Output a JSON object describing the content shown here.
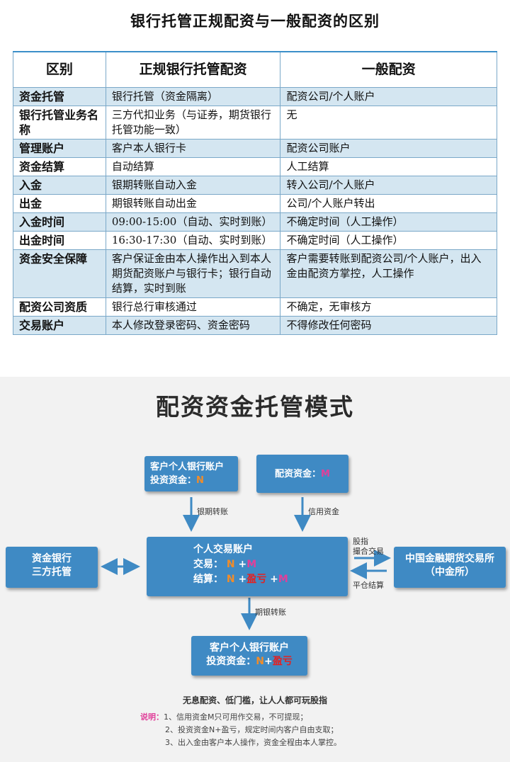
{
  "top": {
    "title": "银行托管正规配资与一般配资的区别",
    "headers": [
      "区别",
      "正规银行托管配资",
      "一般配资"
    ],
    "rows": [
      {
        "c0": "资金托管",
        "c1": "银行托管（资金隔离）",
        "c2": "配资公司/个人账户"
      },
      {
        "c0": "银行托管业务名称",
        "c1": "三方代扣业务（与证券，期货银行托管功能一致）",
        "c2": "无"
      },
      {
        "c0": "管理账户",
        "c1": "客户本人银行卡",
        "c2": "配资公司账户"
      },
      {
        "c0": "资金结算",
        "c1": "自动结算",
        "c2": "人工结算"
      },
      {
        "c0": "入金",
        "c1": "银期转账自动入金",
        "c2": "转入公司/个人账户"
      },
      {
        "c0": "出金",
        "c1": "期银转账自动出金",
        "c2": "公司/个人账户转出"
      },
      {
        "c0": "入金时间",
        "c1": "09:00-15:00（自动、实时到账）",
        "c2": "不确定时间（人工操作）"
      },
      {
        "c0": "出金时间",
        "c1": "16:30-17:30（自动、实时到账）",
        "c2": "不确定时间（人工操作）"
      },
      {
        "c0": "资金安全保障",
        "c1": "客户保证金由本人操作出入到本人期货配资账户与银行卡；银行自动结算，实时到账",
        "c2": "客户需要转账到配资公司/个人账户，出入金由配资方掌控，人工操作"
      },
      {
        "c0": "配资公司资质",
        "c1": "银行总行审核通过",
        "c2": "不确定，无审核方"
      },
      {
        "c0": "交易账户",
        "c1": "本人修改登录密码、资金密码",
        "c2": "不得修改任何密码"
      }
    ]
  },
  "diagram": {
    "title": "配资资金托管模式",
    "client_box": {
      "line1": "客户个人银行账户",
      "line2_label": "投资资金：",
      "line2_value": "N"
    },
    "funding_box": {
      "label": "配资资金：",
      "value": "M"
    },
    "bank_box": {
      "line1": "资金银行",
      "line2": "三方托管"
    },
    "trade_box": {
      "line1": "个人交易账户",
      "trade_label": "交易：",
      "trade_n": "N",
      "trade_plus": "+",
      "trade_m": "M",
      "settle_label": "结算：",
      "settle_n": "N",
      "settle_plus1": "+",
      "settle_pl": "盈亏",
      "settle_plus2": "+",
      "settle_m": "M"
    },
    "exchange_box": {
      "line1": "中国金融期货交易所",
      "line2": "（中金所）"
    },
    "result_box": {
      "line1": "客户个人银行账户",
      "line2_label": "投资资金：",
      "line2_n": "N",
      "line2_plus": "+",
      "line2_pl": "盈亏"
    },
    "arrow_labels": {
      "bank_to_futures": "银期转账",
      "credit_funds": "信用资金",
      "stock_index_1": "股指",
      "stock_index_2": "撮合交易",
      "close_settle": "平仓结算",
      "futures_to_bank": "期银转账"
    },
    "footer": "无息配资、低门槛，让人人都可玩股指",
    "notes_lead": "说明：",
    "notes": [
      "1、信用资金M只可用作交易，不可提现；",
      "2、投资资金N+盈亏，规定时间内客户自由支取；",
      "3、出入金由客户本人操作，资金全程由本人掌控。"
    ],
    "colors": {
      "box": "#3f8ac4",
      "n_highlight": "#f28c28",
      "m_highlight": "#e0409a",
      "pl_highlight": "#e52020",
      "background": "#f2f2f2"
    }
  }
}
